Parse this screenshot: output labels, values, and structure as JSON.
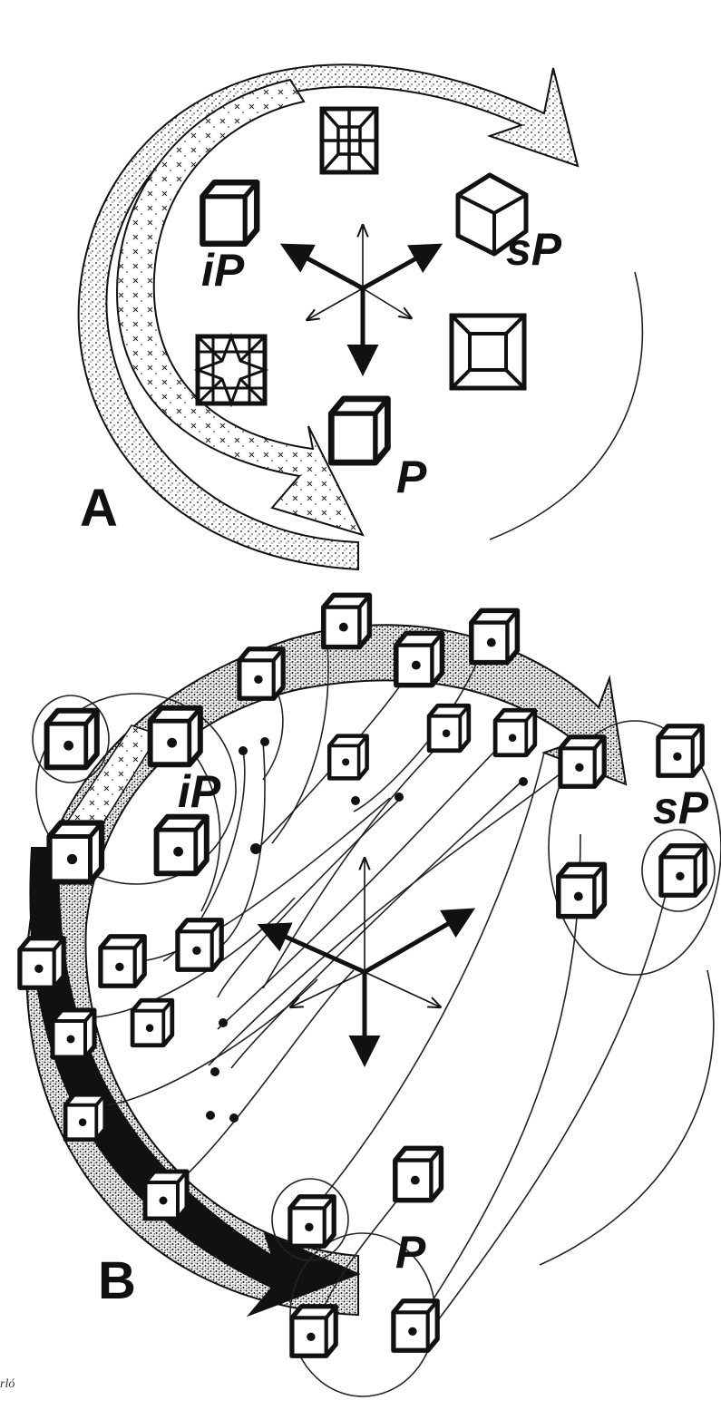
{
  "panels": [
    {
      "letter": "A",
      "labels": {
        "ip": "iP",
        "sp": "sP",
        "p": "P"
      }
    },
    {
      "letter": "B",
      "labels": {
        "ip": "iP",
        "sp": "sP",
        "p": "P"
      }
    }
  ],
  "credit": "rló"
}
